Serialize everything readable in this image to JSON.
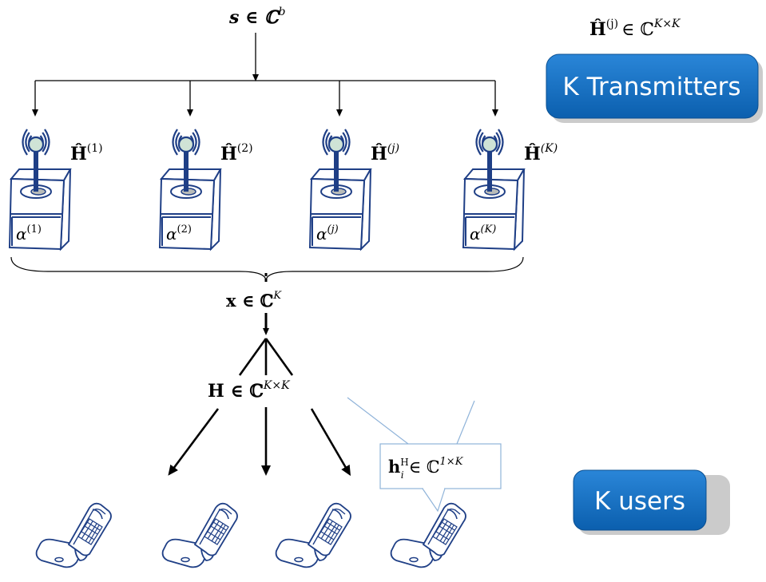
{
  "signal_label": "s ∈ ℂ",
  "signal_sup": "b",
  "csi_label": "Ĥ",
  "csi_sup": "(j)",
  "csi_set": "∈ ℂ",
  "csi_set_sup": "K×K",
  "tx_button": "K Transmitters",
  "users_button": "K users",
  "transmitters": [
    {
      "h": "Ĥ",
      "h_sup": "(1)",
      "alpha": "α",
      "alpha_sup": "(1)"
    },
    {
      "h": "Ĥ",
      "h_sup": "(2)",
      "alpha": "α",
      "alpha_sup": "(2)"
    },
    {
      "h": "Ĥ",
      "h_sup": "(j)",
      "alpha": "α",
      "alpha_sup": "(j)"
    },
    {
      "h": "Ĥ",
      "h_sup": "(K)",
      "alpha": "α",
      "alpha_sup": "(K)"
    }
  ],
  "x_label": "x ∈ ℂ",
  "x_sup": "K",
  "channel_label": "H ∈ ℂ",
  "channel_sup": "K×K",
  "callout_label": "h",
  "callout_sub": "i",
  "callout_sup": "H",
  "callout_set": "∈ ℂ",
  "callout_set_sup": "1×K",
  "colors": {
    "accent_blue": "#0d6fc4",
    "sketch_blue": "#1f3f86",
    "callout_line": "#8fb3d9",
    "antenna_ball": "#cfe3d6"
  }
}
